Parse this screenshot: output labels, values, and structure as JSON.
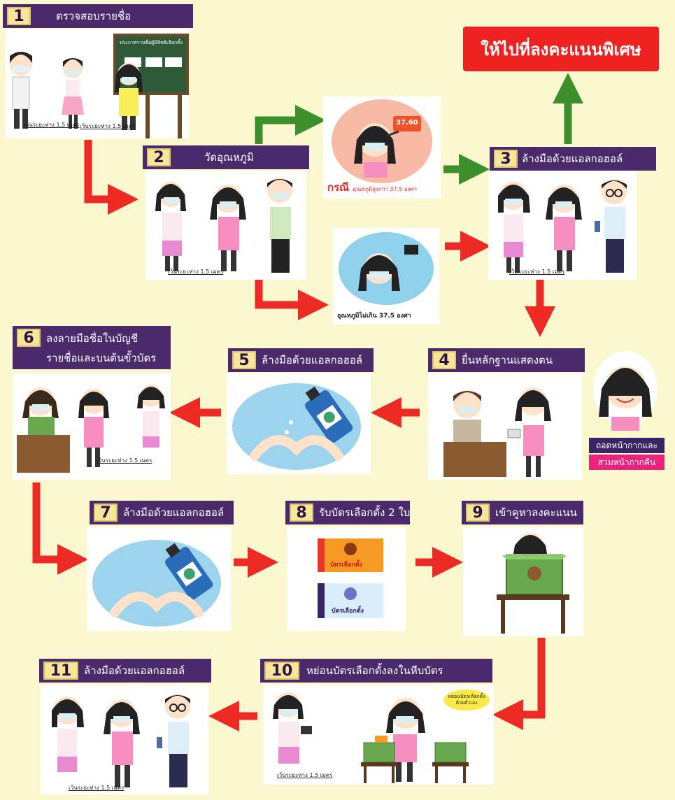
{
  "colors": {
    "background": "#fbf7cf",
    "header_bg": "#4b2a6b",
    "number_badge": "#f6e59a",
    "red_arrow": "#ee2a24",
    "green_arrow": "#3c8f2a",
    "special_box": "#ef2222",
    "mask_note_1": "#3a2564",
    "mask_note_2": "#e8247c"
  },
  "special": {
    "label": "ให้ไปที่ลงคะแนนพิเศษ"
  },
  "steps": [
    {
      "number": "1",
      "title": "ตรวจสอบรายชื่อ",
      "caption": "เว้นระยะห่าง 1.5 เมตร",
      "caption2": "เว้นระยะห่าง 1.5 เมตร"
    },
    {
      "number": "2",
      "title": "วัดอุณหภูมิ",
      "caption": "เว้นระยะห่าง 1.5 เมตร"
    },
    {
      "number": "3",
      "title": "ล้างมือด้วยแอลกอฮอล์",
      "caption": "เว้นระยะห่าง 1.5 เมตร"
    },
    {
      "number": "4",
      "title": "ยื่นหลักฐานแสดงตน"
    },
    {
      "number": "5",
      "title": "ล้างมือด้วยแอลกอฮอล์"
    },
    {
      "number": "6",
      "title_line1": "ลงลายมือชื่อในบัญชี",
      "title_line2": "รายชื่อและบนต้นขั้วบัตร",
      "caption": "เว้นระยะห่าง 1.5 เมตร"
    },
    {
      "number": "7",
      "title": "ล้างมือด้วยแอลกอฮอล์"
    },
    {
      "number": "8",
      "title": "รับบัตรเลือกตั้ง 2 ใบ",
      "ballot1": "บัตรเลือกตั้ง",
      "ballot2": "บัตรเลือกตั้ง"
    },
    {
      "number": "9",
      "title": "เข้าคูหาลงคะแนน"
    },
    {
      "number": "10",
      "title": "หย่อนบัตรเลือกตั้งลงในหีบบัตร",
      "caption": "เว้นระยะห่าง 1.5 เมตร",
      "bubble": "หย่อนบัตรเลือกตั้งด้วยตัวเอง"
    },
    {
      "number": "11",
      "title": "ล้างมือด้วยแอลกอฮอล์",
      "caption": "เว้นระยะห่าง 1.5 เมตร"
    }
  ],
  "temp": {
    "reading": "37.60",
    "case_word": "กรณี",
    "case_text": "อุณหภูมิสูงกว่า 37.5 องศา",
    "normal_text": "อุณหภูมิไม่เกิน 37.5 องศา"
  },
  "mask_note": {
    "line1": "ถอดหน้ากากและ",
    "line2": "สวมหน้ากากคืน"
  },
  "board_title": "ประกาศรายชื่อผู้มีสิทธิเลือกตั้ง"
}
